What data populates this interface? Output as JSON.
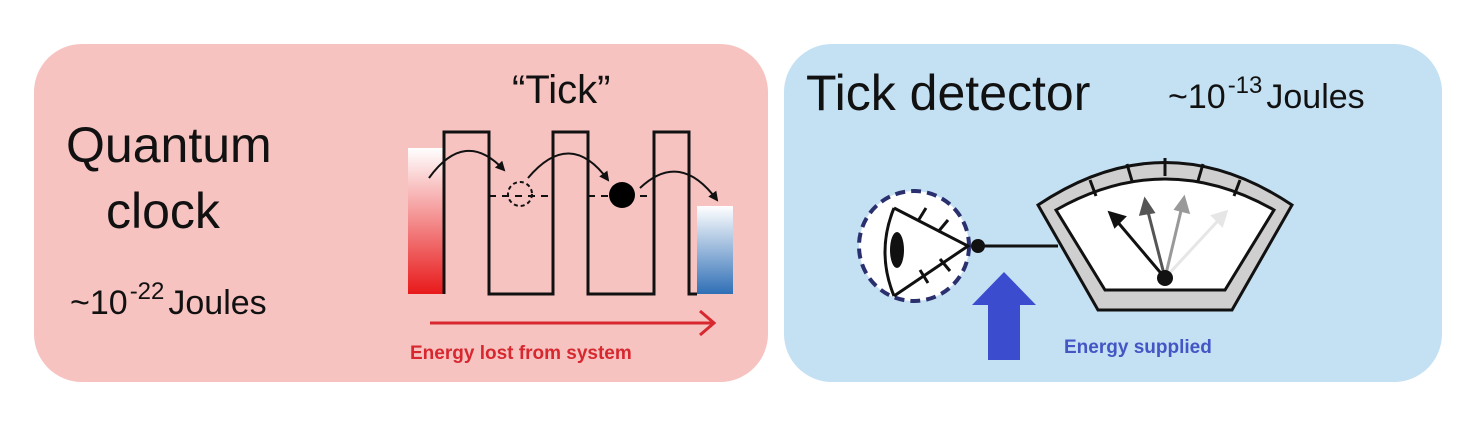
{
  "quantum_clock": {
    "title_line1": "Quantum",
    "title_line2": "clock",
    "energy_prefix": "~10",
    "energy_exponent": "-22",
    "energy_unit": "Joules",
    "tick_label": "“Tick”",
    "arrow_caption": "Energy lost from system",
    "caption_color": "#d7282f"
  },
  "tick_detector": {
    "title": "Tick detector",
    "energy_prefix": "~10",
    "energy_exponent": "-13",
    "energy_unit": "Joules",
    "arrow_caption": "Energy supplied",
    "caption_color": "#4455c4"
  },
  "colors": {
    "left_panel_bg": "#f6c3c1",
    "right_panel_bg": "#c4e0f3",
    "hot_reservoir": "#e8191a",
    "cold_reservoir": "#2f6fb6",
    "supply_arrow": "#3b4ccf"
  },
  "icons": [
    "eye-icon",
    "meter-gauge-icon",
    "particle-icon",
    "ghost-particle-icon"
  ]
}
